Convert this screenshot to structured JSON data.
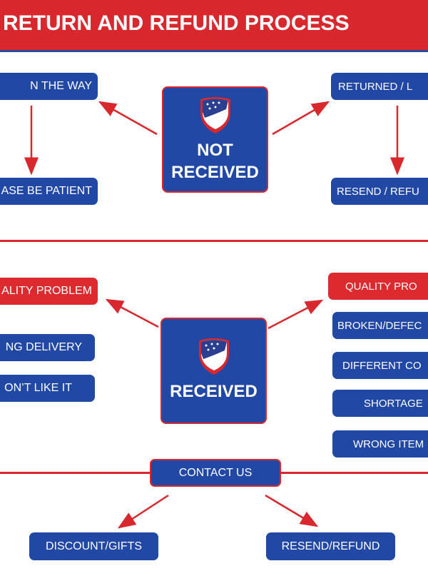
{
  "header": {
    "title": "RETURN AND REFUND PROCESS"
  },
  "not_received": {
    "center_line1": "NOT",
    "center_line2": "RECEIVED",
    "left_top": "N THE WAY",
    "left_bottom": "ASE BE PATIENT",
    "right_top": "RETURNED / L",
    "right_bottom": "RESEND / REFU"
  },
  "received": {
    "center": "RECEIVED",
    "left_heading": "ALITY PROBLEM",
    "left_items": [
      "NG DELIVERY",
      "ON’T LIKE IT"
    ],
    "right_heading": "QUALITY PRO",
    "right_items": [
      "BROKEN/DEFEC",
      "DIFFERENT CO",
      "SHORTAGE",
      "WRONG ITEM"
    ]
  },
  "contact": {
    "label": "CONTACT US",
    "outcomes": [
      "DISCOUNT/GIFTS",
      "RESEND/REFUND"
    ]
  },
  "colors": {
    "red": "#d9272e",
    "blue": "#2148a5"
  },
  "icons": {
    "logo": "shield-eagle-logo-icon"
  }
}
